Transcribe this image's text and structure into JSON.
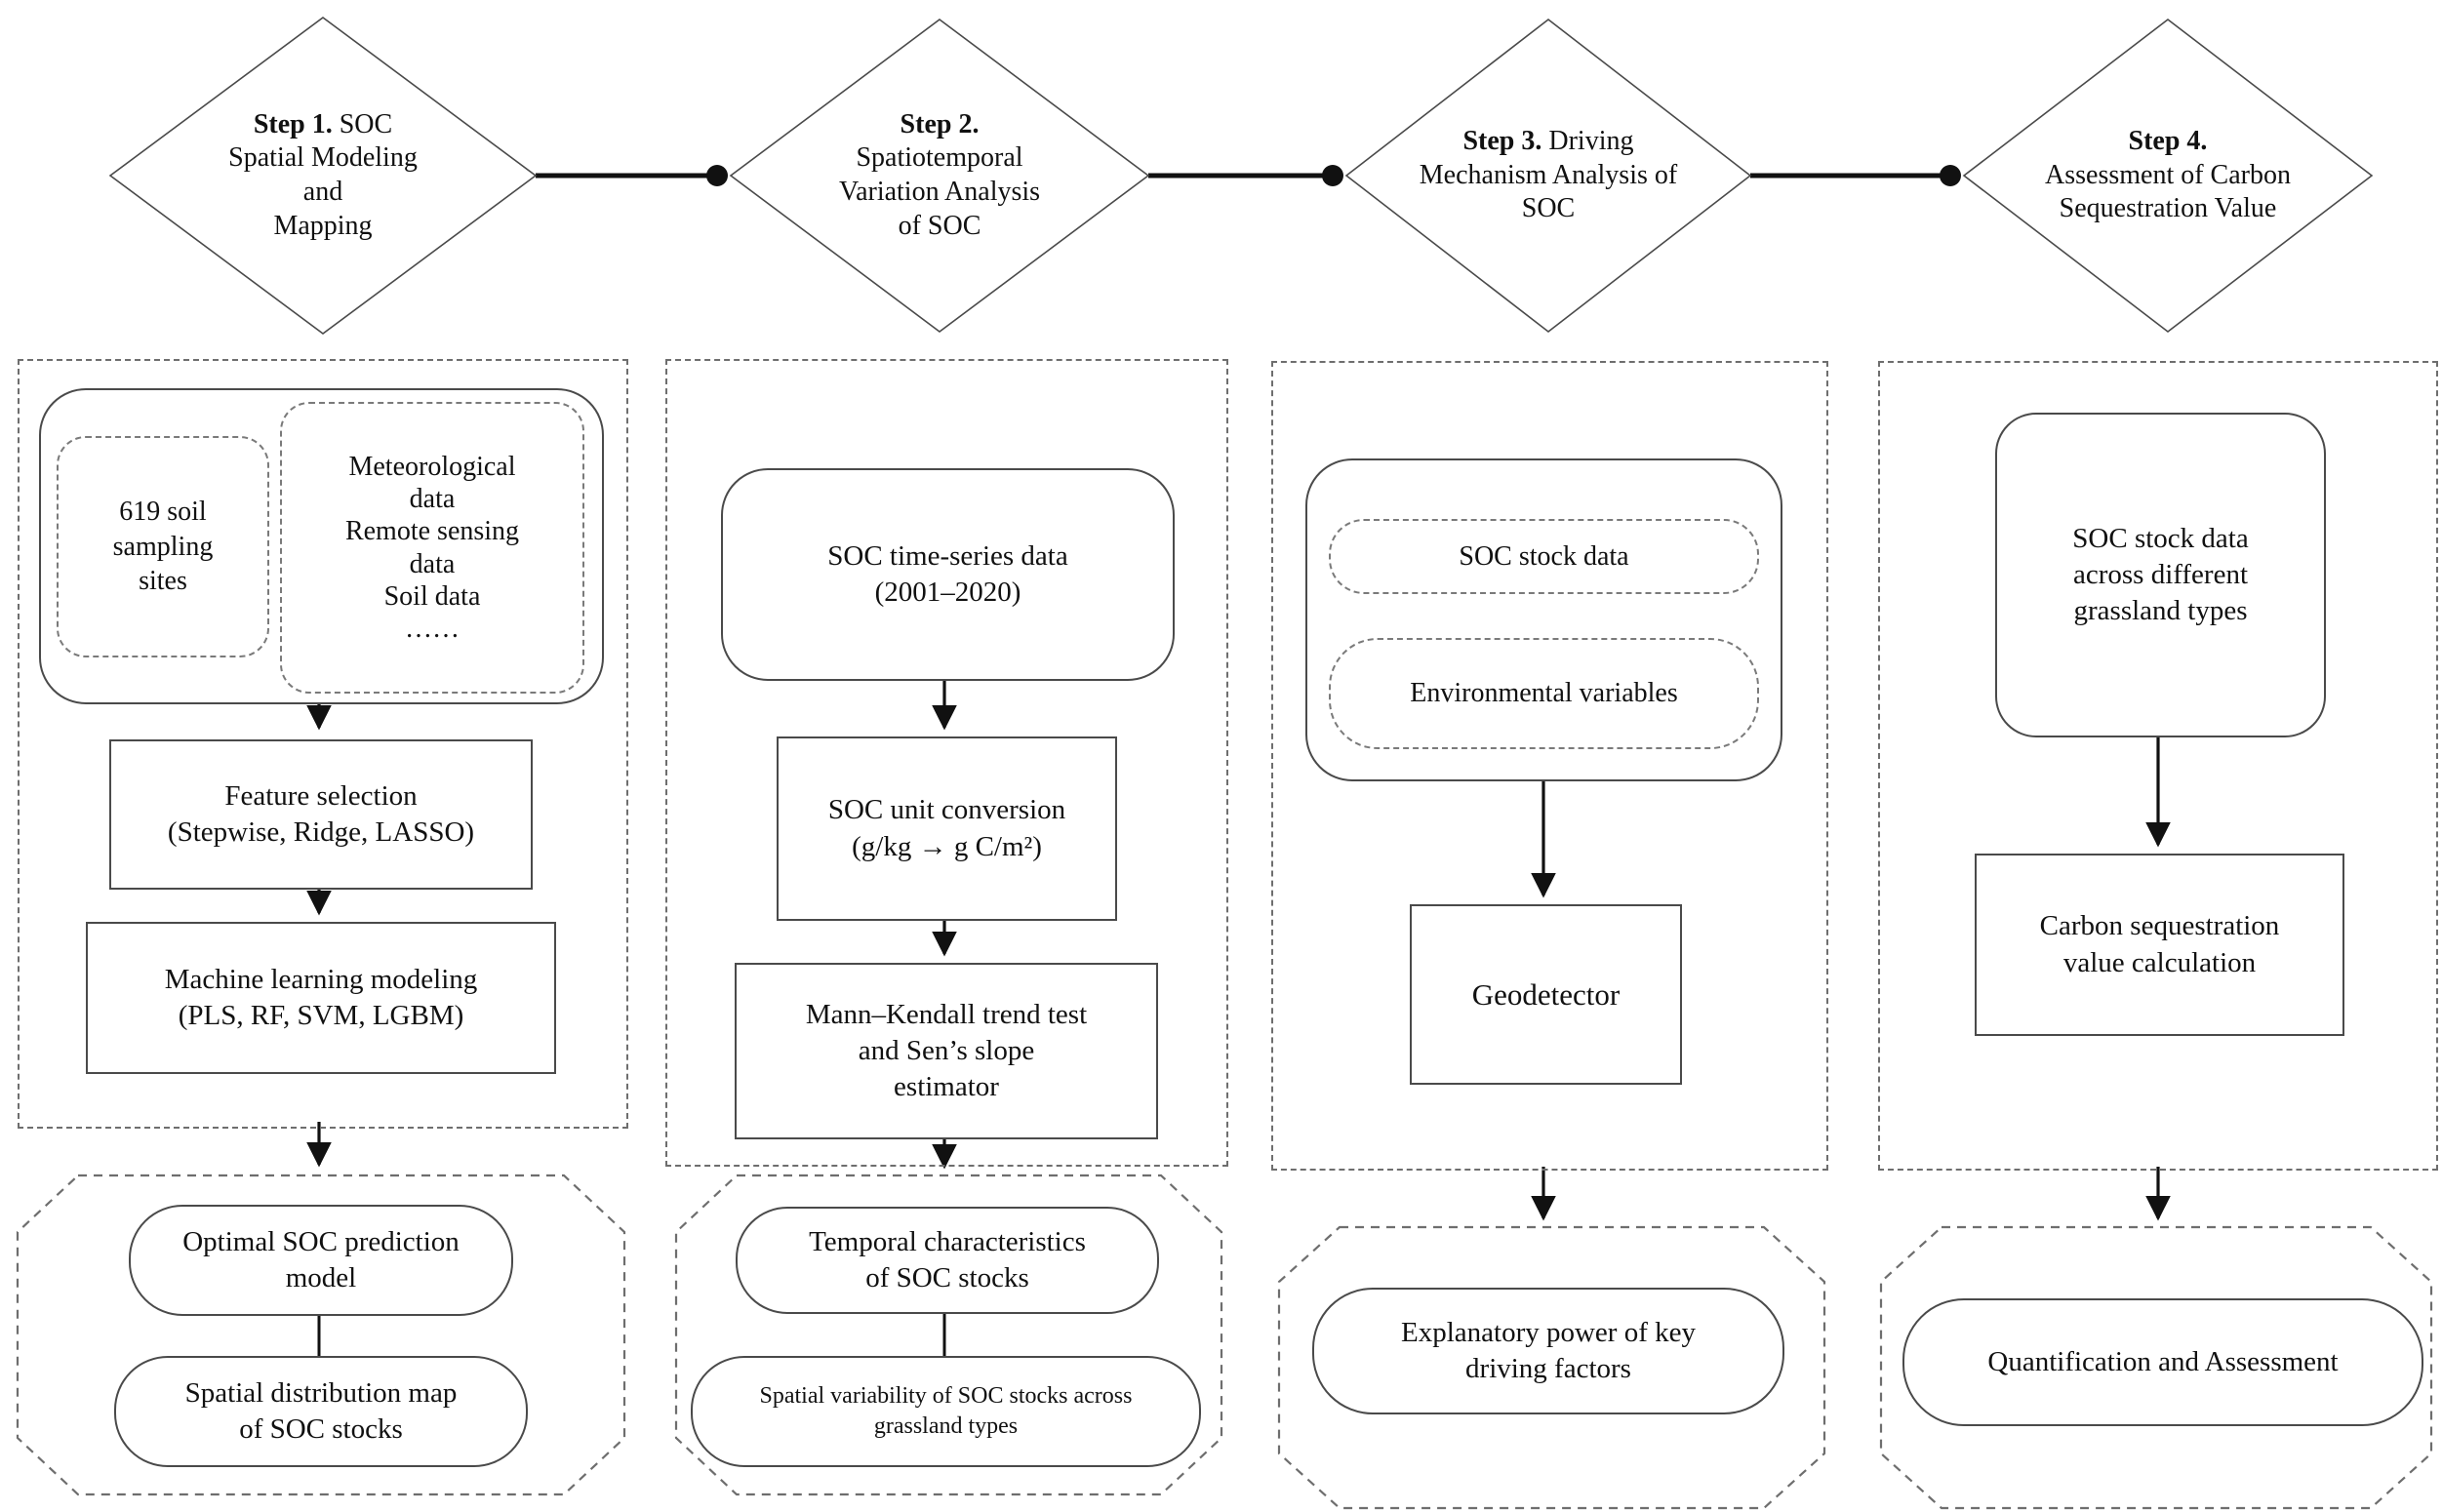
{
  "figure": {
    "steps": [
      {
        "bold": "Step 1.",
        "rest": " SOC\nSpatial Modeling\nand\nMapping"
      },
      {
        "bold": "Step 2.",
        "rest": "\nSpatiotemporal\nVariation Analysis\nof SOC"
      },
      {
        "bold": "Step 3.",
        "rest": " Driving\nMechanism Analysis of\nSOC"
      },
      {
        "bold": "Step 4.",
        "rest": "\nAssessment of Carbon\nSequestration Value"
      }
    ],
    "col1": {
      "input_left": "619 soil\nsampling\nsites",
      "input_right": "Meteorological\ndata\nRemote sensing\ndata\nSoil data\n……",
      "feature": "Feature selection\n(Stepwise, Ridge, LASSO)",
      "ml": "Machine learning modeling\n(PLS, RF, SVM, LGBM)",
      "out1": "Optimal SOC prediction\nmodel",
      "out2": "Spatial distribution map\nof SOC stocks"
    },
    "col2": {
      "input": "SOC time-series data\n(2001–2020)",
      "conv": "SOC unit conversion\n(g/kg → g C/m²)",
      "mk": "Mann–Kendall trend test\nand Sen’s slope\nestimator",
      "out1": "Temporal characteristics\nof SOC stocks",
      "out2": "Spatial variability of SOC stocks across\ngrassland types"
    },
    "col3": {
      "input1": "SOC stock data",
      "input2": "Environmental variables",
      "method": "Geodetector",
      "out": "Explanatory power of key\ndriving factors"
    },
    "col4": {
      "input": "SOC stock data\nacross different\ngrassland types",
      "method": "Carbon sequestration\nvalue calculation",
      "out": "Quantification and Assessment"
    },
    "colors": {
      "line": "#111111",
      "box_border": "#4a4a4a",
      "dash_border": "#6e6e6e",
      "text": "#111111",
      "bg": "#ffffff"
    }
  }
}
